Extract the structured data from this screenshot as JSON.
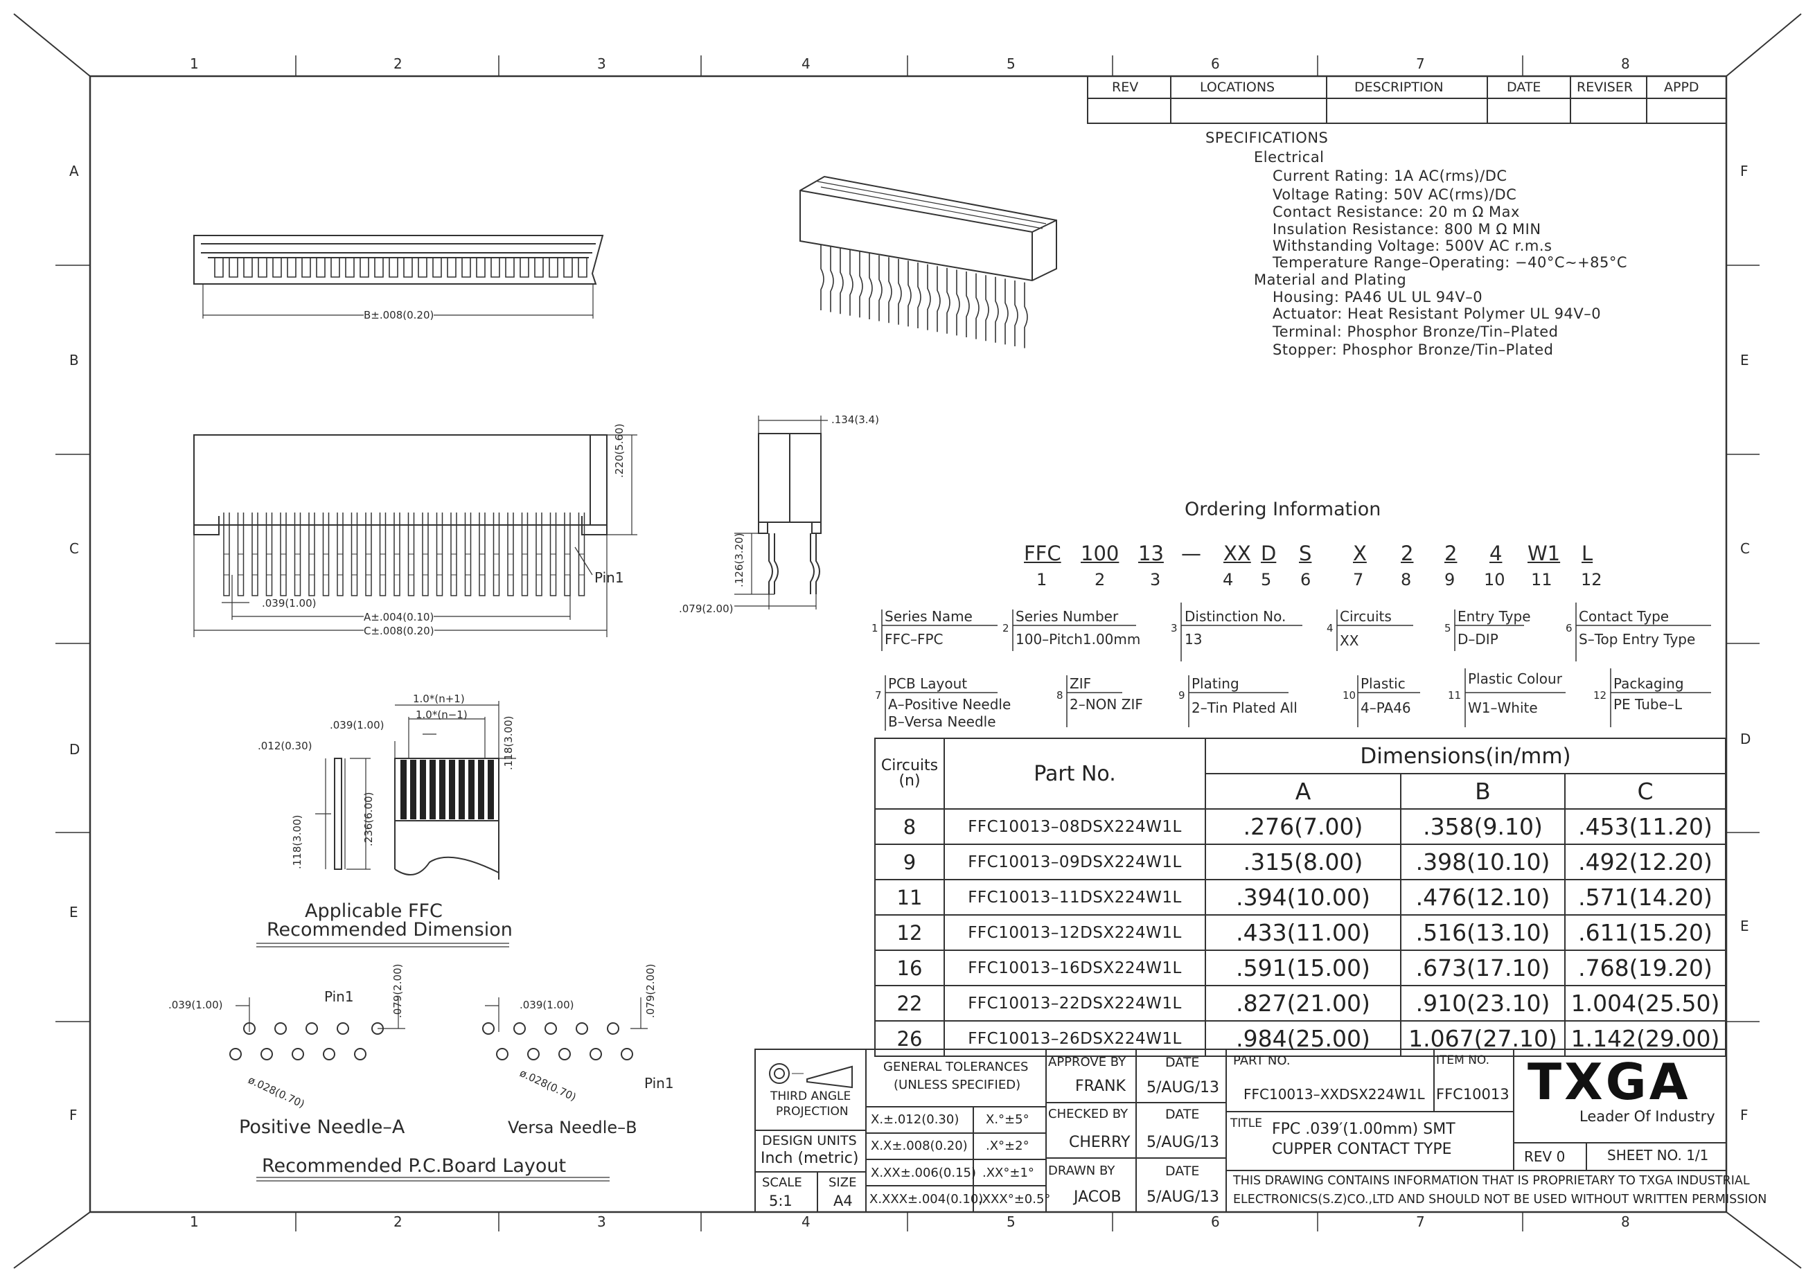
{
  "border": {
    "columns": [
      "1",
      "2",
      "3",
      "4",
      "5",
      "6",
      "7",
      "8"
    ],
    "rows_left": [
      "A",
      "B",
      "C",
      "D",
      "E",
      "F"
    ],
    "rows_right": [
      "F",
      "E",
      "C",
      "D",
      "E",
      "F"
    ]
  },
  "revision_table": {
    "headers": [
      "REV",
      "LOCATIONS",
      "DESCRIPTION",
      "DATE",
      "REVISER",
      "APPD"
    ]
  },
  "specifications": {
    "title": "SPECIFICATIONS",
    "lines": [
      "Electrical",
      "Current Rating: 1A  AC(rms)/DC",
      "Voltage Rating: 50V  AC(rms)/DC",
      "Contact Resistance: 20 m Ω  Max",
      "Insulation Resistance: 800 M Ω  MIN",
      "Withstanding Voltage: 500V AC r.m.s",
      "Temperature Range–Operating: −40°C∼+85°C",
      "Material and Plating",
      "Housing: PA46  UL  UL 94V–0",
      "Actuator:  Heat Resistant Polymer UL 94V–0",
      "Terminal: Phosphor Bronze/Tin–Plated",
      "Stopper: Phosphor Bronze/Tin–Plated"
    ]
  },
  "dimensions_labels": {
    "b": "B±.008(0.20)",
    "a": "A±.004(0.10)",
    "c": "C±.008(0.20)",
    "pitch": ".039(1.00)",
    "height": ".220(5.60)",
    "pin1": "Pin1",
    "width": ".134(3.4)",
    "side_h": ".126(3.20)",
    "side_w": ".079(2.00)"
  },
  "ffc": {
    "n_plus": "1.0*(n+1)",
    "n_minus": "1.0*(n−1)",
    "pitch": ".039(1.00)",
    "thick": ".012(0.30)",
    "len1": ".236(6.00)",
    "len2": ".118(3.00)",
    "len3": ".118(3.00)",
    "caption1": "Applicable FFC",
    "caption2": "Recommended Dimension"
  },
  "pcb": {
    "pitch_a": ".039(1.00)",
    "pitch_b": ".039(1.00)",
    "dia_a": "ø.028(0.70)",
    "dia_b": "ø.028(0.70)",
    "row_a": ".079(2.00)",
    "row_b": ".079(2.00)",
    "pin1_a": "Pin1",
    "pin1_b": "Pin1",
    "label_a": "Positive Needle–A",
    "label_b": "Versa Needle–B",
    "caption": "Recommended P.C.Board Layout"
  },
  "ordering": {
    "title": "Ordering Information",
    "codes": [
      "FFC",
      "100",
      "13",
      "XX",
      "D",
      "S",
      "X",
      "2",
      "2",
      "4",
      "W1",
      "L"
    ],
    "dash": "—",
    "numbers": [
      "1",
      "2",
      "3",
      "4",
      "5",
      "6",
      "7",
      "8",
      "9",
      "10",
      "11",
      "12"
    ],
    "fields": [
      {
        "n": "1",
        "title": "Series Name",
        "lines": [
          "FFC–FPC"
        ]
      },
      {
        "n": "2",
        "title": "Series Number",
        "lines": [
          "100–Pitch1.00mm"
        ]
      },
      {
        "n": "3",
        "title": "Distinction No.",
        "lines": [
          "13"
        ]
      },
      {
        "n": "4",
        "title": "Circuits",
        "lines": [
          "XX"
        ]
      },
      {
        "n": "5",
        "title": "Entry Type",
        "lines": [
          "D–DIP"
        ]
      },
      {
        "n": "6",
        "title": "Contact Type",
        "lines": [
          "S–Top Entry Type"
        ]
      },
      {
        "n": "7",
        "title": "PCB Layout",
        "lines": [
          "A–Positive Needle",
          "B–Versa Needle"
        ]
      },
      {
        "n": "8",
        "title": "ZIF",
        "lines": [
          "2–NON ZIF"
        ]
      },
      {
        "n": "9",
        "title": "Plating",
        "lines": [
          "2–Tin Plated All"
        ]
      },
      {
        "n": "10",
        "title": "Plastic",
        "lines": [
          "4–PA46"
        ]
      },
      {
        "n": "11",
        "title": "Plastic Colour",
        "lines": [
          "W1–White"
        ]
      },
      {
        "n": "12",
        "title": "Packaging",
        "lines": [
          "PE Tube–L"
        ]
      }
    ]
  },
  "dim_table": {
    "circuits_header": "Circuits\n(n)",
    "circuits_h1": "Circuits",
    "circuits_h2": "(n)",
    "part_header": "Part No.",
    "dims_header": "Dimensions(in/mm)",
    "col_a": "A",
    "col_b": "B",
    "col_c": "C",
    "rows": [
      {
        "n": "8",
        "part": "FFC10013–08DSX224W1L",
        "a": ".276(7.00)",
        "b": ".358(9.10)",
        "c": ".453(11.20)"
      },
      {
        "n": "9",
        "part": "FFC10013–09DSX224W1L",
        "a": ".315(8.00)",
        "b": ".398(10.10)",
        "c": ".492(12.20)"
      },
      {
        "n": "11",
        "part": "FFC10013–11DSX224W1L",
        "a": ".394(10.00)",
        "b": ".476(12.10)",
        "c": ".571(14.20)"
      },
      {
        "n": "12",
        "part": "FFC10013–12DSX224W1L",
        "a": ".433(11.00)",
        "b": ".516(13.10)",
        "c": ".611(15.20)"
      },
      {
        "n": "16",
        "part": "FFC10013–16DSX224W1L",
        "a": ".591(15.00)",
        "b": ".673(17.10)",
        "c": ".768(19.20)"
      },
      {
        "n": "22",
        "part": "FFC10013–22DSX224W1L",
        "a": ".827(21.00)",
        "b": ".910(23.10)",
        "c": "1.004(25.50)"
      },
      {
        "n": "26",
        "part": "FFC10013–26DSX224W1L",
        "a": ".984(25.00)",
        "b": "1.067(27.10)",
        "c": "1.142(29.00)"
      }
    ]
  },
  "title_block": {
    "projection1": "THIRD ANGLE",
    "projection2": "PROJECTION",
    "units1": "DESIGN UNITS",
    "units2": "Inch (metric)",
    "scale_label": "SCALE",
    "scale": "5:1",
    "size_label": "SIZE",
    "size": "A4",
    "tol1": "GENERAL TOLERANCES",
    "tol2": "(UNLESS SPECIFIED)",
    "tol_rows": [
      [
        "X.±.012(0.30)",
        "X.°±5°"
      ],
      [
        "X.X±.008(0.20)",
        ".X°±2°"
      ],
      [
        "X.XX±.006(0.15)",
        ".XX°±1°"
      ],
      [
        "X.XXX±.004(0.10)",
        ".XXX°±0.5°"
      ]
    ],
    "approve_label": "APPROVE BY",
    "approve": "FRANK",
    "checked_label": "CHECKED BY",
    "checked": "CHERRY",
    "drawn_label": "DRAWN BY",
    "drawn": "JACOB",
    "date_label": "DATE",
    "date": "5/AUG/13",
    "partno_label": "PART NO.",
    "partno": "FFC10013–XXDSX224W1L",
    "item_label": "ITEM NO.",
    "item": "FFC10013",
    "brand": "TX́GA",
    "brand_plain": "TXGA",
    "tagline": "Leader Of Industry",
    "title_label": "TITLE",
    "title1": "FPC .039′(1.00mm) SMT",
    "title2": "CUPPER CONTACT TYPE",
    "rev": "REV 0",
    "sheet": "SHEET NO. 1/1",
    "notice1": "THIS DRAWING CONTAINS INFORMATION THAT IS PROPRIETARY TO TXGA INDUSTRIAL",
    "notice2": "ELECTRONICS(S.Z)CO.,LTD AND SHOULD NOT BE USED WITHOUT WRITTEN PERMISSION"
  }
}
